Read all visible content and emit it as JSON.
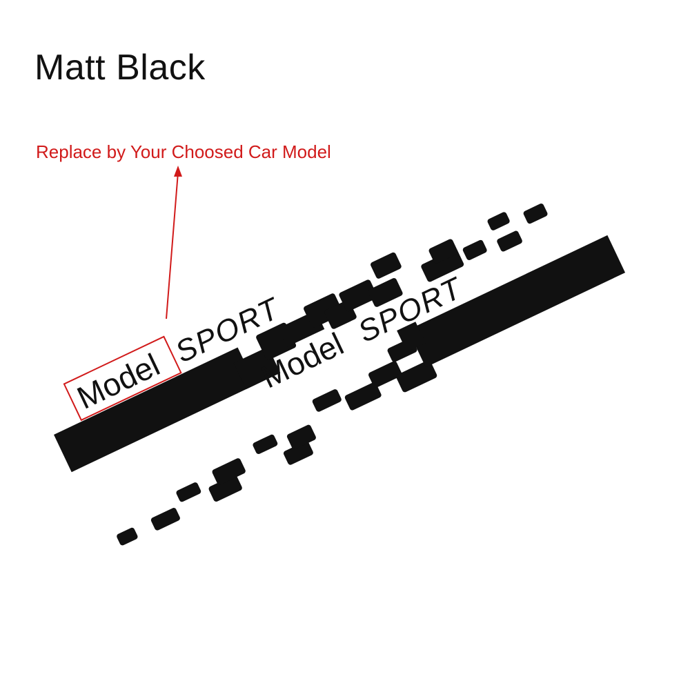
{
  "title": "Matt Black",
  "annotation": {
    "text": "Replace by Your Choosed Car Model",
    "color": "#d11a1a"
  },
  "decals": [
    {
      "model_text": "Model",
      "sport_text": "SPORT",
      "highlighted": true
    },
    {
      "model_text": "Model",
      "sport_text": "SPORT",
      "highlighted": false
    }
  ],
  "colors": {
    "decal": "#111111",
    "background": "#ffffff"
  }
}
